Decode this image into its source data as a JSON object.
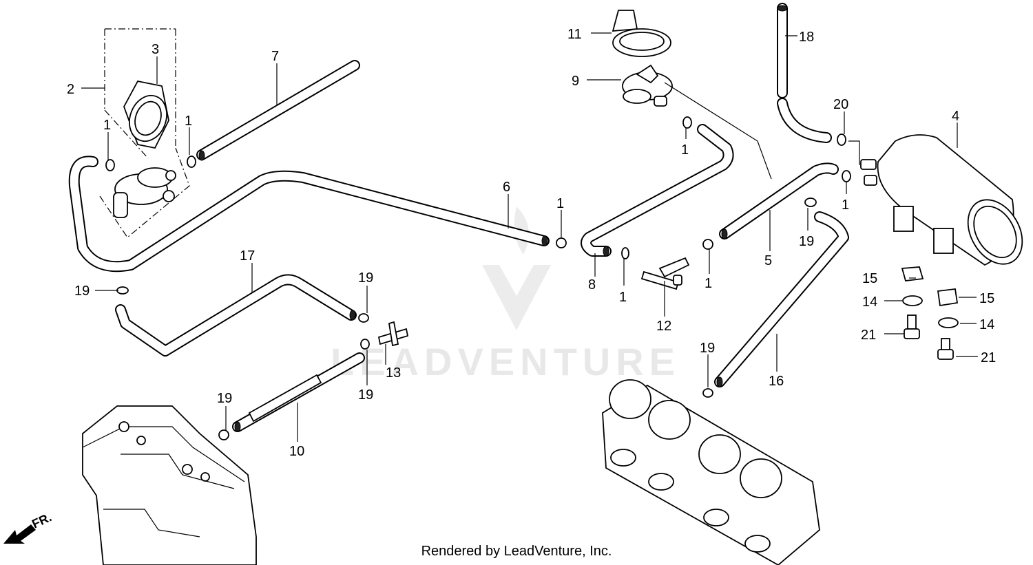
{
  "watermark": "LEADVENTURE",
  "direction_label": "FR.",
  "footer": "Rendered by LeadVenture, Inc.",
  "callouts": {
    "c1a": "1",
    "c1b": "1",
    "c1c": "1",
    "c1d": "1",
    "c1e": "1",
    "c1f": "1",
    "c1g": "1",
    "c2": "2",
    "c3": "3",
    "c4": "4",
    "c5": "5",
    "c6": "6",
    "c7": "7",
    "c8": "8",
    "c9": "9",
    "c10": "10",
    "c11": "11",
    "c12": "12",
    "c13": "13",
    "c14a": "14",
    "c14b": "14",
    "c15a": "15",
    "c15b": "15",
    "c16": "16",
    "c17": "17",
    "c18": "18",
    "c19a": "19",
    "c19b": "19",
    "c19c": "19",
    "c19d": "19",
    "c19e": "19",
    "c19f": "19",
    "c20": "20",
    "c21a": "21",
    "c21b": "21"
  }
}
